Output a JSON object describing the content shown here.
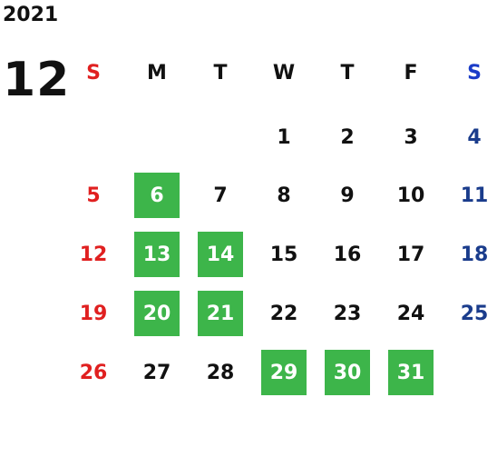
{
  "calendar": {
    "year": "2021",
    "month": "12",
    "weekdays": [
      "S",
      "M",
      "T",
      "W",
      "T",
      "F",
      "S"
    ],
    "weekday_colors": [
      "#e02020",
      "#111111",
      "#111111",
      "#111111",
      "#111111",
      "#111111",
      "#1a3cc8"
    ],
    "first_weekday_index": 3,
    "days_in_month": 31,
    "highlighted_days": [
      6,
      13,
      14,
      20,
      21,
      29,
      30,
      31
    ],
    "colors": {
      "sunday": "#e02020",
      "saturday": "#1a3c8c",
      "weekday": "#111111",
      "highlight_bg": "#3db54a",
      "highlight_text": "#ffffff"
    }
  }
}
